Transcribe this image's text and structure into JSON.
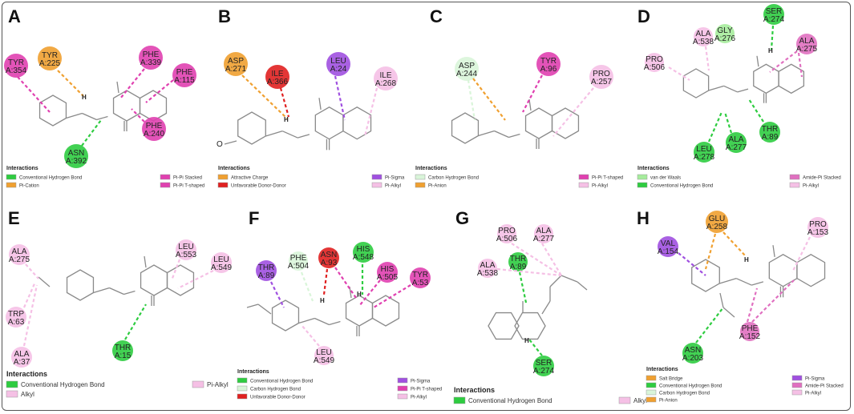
{
  "colors": {
    "conventional_hbond": "#2ecc40",
    "carbon_hbond": "#d9f5d9",
    "van_der_waals": "#a6ec9c",
    "pi_cation": "#f0a030",
    "attractive_charge": "#f0a030",
    "pi_anion": "#f0a030",
    "salt_bridge": "#f0a030",
    "unfavorable": "#e02020",
    "pi_pi_stacked": "#e040b0",
    "pi_pi_tshaped": "#e040b0",
    "pi_sigma": "#a050e0",
    "pi_alkyl": "#f5c0e5",
    "alkyl": "#f5c0e5",
    "amide_pi": "#e070c0"
  },
  "panels": [
    {
      "letter": "A",
      "residues": [
        {
          "name": "TYR",
          "num": "A:354",
          "type": "pi_pi_stacked"
        },
        {
          "name": "TYR",
          "num": "A:225",
          "type": "pi_cation"
        },
        {
          "name": "PHE",
          "num": "A:339",
          "type": "pi_pi_stacked"
        },
        {
          "name": "PHE",
          "num": "A:115",
          "type": "pi_pi_stacked"
        },
        {
          "name": "PHE",
          "num": "A:240",
          "type": "pi_pi_stacked"
        },
        {
          "name": "ASN",
          "num": "A:392",
          "type": "conventional_hbond"
        }
      ],
      "interactions_title": "Interactions",
      "legend": [
        {
          "label": "Conventional Hydrogen Bond",
          "color": "#2ecc40"
        },
        {
          "label": "Pi-Cation",
          "color": "#f0a030"
        },
        {
          "label": "Pi-Pi Stacked",
          "color": "#e040b0"
        },
        {
          "label": "Pi-Pi T-shaped",
          "color": "#e040b0"
        }
      ]
    },
    {
      "letter": "B",
      "residues": [
        {
          "name": "ASP",
          "num": "A:271",
          "type": "attractive_charge"
        },
        {
          "name": "ILE",
          "num": "A:366",
          "type": "unfavorable"
        },
        {
          "name": "LEU",
          "num": "A:24",
          "type": "pi_sigma"
        },
        {
          "name": "ILE",
          "num": "A:268",
          "type": "pi_alkyl"
        }
      ],
      "interactions_title": "Interactions",
      "legend": [
        {
          "label": "Attractive Charge",
          "color": "#f0a030"
        },
        {
          "label": "Unfavorable Donor-Donor",
          "color": "#e02020"
        },
        {
          "label": "Pi-Sigma",
          "color": "#a050e0"
        },
        {
          "label": "Pi-Alkyl",
          "color": "#f5c0e5"
        }
      ]
    },
    {
      "letter": "C",
      "residues": [
        {
          "name": "ASP",
          "num": "A:244",
          "type": "carbon_hbond"
        },
        {
          "name": "TYR",
          "num": "A:96",
          "type": "pi_pi_tshaped"
        },
        {
          "name": "PRO",
          "num": "A:257",
          "type": "pi_alkyl"
        }
      ],
      "interactions_title": "Interactions",
      "legend": [
        {
          "label": "Carbon Hydrogen Bond",
          "color": "#d9f5d9"
        },
        {
          "label": "Pi-Anion",
          "color": "#f0a030"
        },
        {
          "label": "Pi-Pi T-shaped",
          "color": "#e040b0"
        },
        {
          "label": "Pi-Alkyl",
          "color": "#f5c0e5"
        }
      ]
    },
    {
      "letter": "D",
      "residues": [
        {
          "name": "SER",
          "num": "A:274",
          "type": "conventional_hbond"
        },
        {
          "name": "ALA",
          "num": "A:538",
          "type": "pi_alkyl"
        },
        {
          "name": "GLY",
          "num": "A:276",
          "type": "van_der_waals"
        },
        {
          "name": "ALA",
          "num": "A:275",
          "type": "amide_pi"
        },
        {
          "name": "PRO",
          "num": "A:506",
          "type": "pi_alkyl"
        },
        {
          "name": "THR",
          "num": "A:89",
          "type": "conventional_hbond"
        },
        {
          "name": "ALA",
          "num": "A:277",
          "type": "conventional_hbond"
        },
        {
          "name": "LEU",
          "num": "A:278",
          "type": "conventional_hbond"
        }
      ],
      "interactions_title": "Interactions",
      "legend": [
        {
          "label": "van der Waals",
          "color": "#a6ec9c"
        },
        {
          "label": "Conventional Hydrogen Bond",
          "color": "#2ecc40"
        },
        {
          "label": "Amide-Pi Stacked",
          "color": "#e070c0"
        },
        {
          "label": "Pi-Alkyl",
          "color": "#f5c0e5"
        }
      ]
    },
    {
      "letter": "E",
      "residues": [
        {
          "name": "ALA",
          "num": "A:275",
          "type": "alkyl"
        },
        {
          "name": "LEU",
          "num": "A:553",
          "type": "pi_alkyl"
        },
        {
          "name": "LEU",
          "num": "A:549",
          "type": "pi_alkyl"
        },
        {
          "name": "TRP",
          "num": "A:63",
          "type": "alkyl"
        },
        {
          "name": "ALA",
          "num": "A:37",
          "type": "alkyl"
        },
        {
          "name": "THR",
          "num": "A:15",
          "type": "conventional_hbond"
        }
      ],
      "interactions_title": "Interactions",
      "legend": [
        {
          "label": "Conventional Hydrogen Bond",
          "color": "#2ecc40"
        },
        {
          "label": "Alkyl",
          "color": "#f5c0e5"
        },
        {
          "label": "Pi-Alkyl",
          "color": "#f5c0e5"
        }
      ]
    },
    {
      "letter": "F",
      "residues": [
        {
          "name": "THR",
          "num": "A:89",
          "type": "pi_sigma"
        },
        {
          "name": "PHE",
          "num": "A:504",
          "type": "carbon_hbond"
        },
        {
          "name": "ASN",
          "num": "A:93",
          "type": "unfavorable"
        },
        {
          "name": "HIS",
          "num": "A:548",
          "type": "conventional_hbond"
        },
        {
          "name": "HIS",
          "num": "A:505",
          "type": "pi_pi_tshaped"
        },
        {
          "name": "TYR",
          "num": "A:53",
          "type": "pi_pi_tshaped"
        },
        {
          "name": "LEU",
          "num": "A:549",
          "type": "pi_alkyl"
        }
      ],
      "interactions_title": "Interactions",
      "legend": [
        {
          "label": "Conventional Hydrogen Bond",
          "color": "#2ecc40"
        },
        {
          "label": "Carbon Hydrogen Bond",
          "color": "#d9f5d9"
        },
        {
          "label": "Unfavorable Donor-Donor",
          "color": "#e02020"
        },
        {
          "label": "Pi-Sigma",
          "color": "#a050e0"
        },
        {
          "label": "Pi-Pi T-shaped",
          "color": "#e040b0"
        },
        {
          "label": "Pi-Alkyl",
          "color": "#f5c0e5"
        }
      ]
    },
    {
      "letter": "G",
      "residues": [
        {
          "name": "PRO",
          "num": "A:506",
          "type": "alkyl"
        },
        {
          "name": "ALA",
          "num": "A:277",
          "type": "alkyl"
        },
        {
          "name": "ALA",
          "num": "A:538",
          "type": "alkyl"
        },
        {
          "name": "THR",
          "num": "A:89",
          "type": "conventional_hbond"
        },
        {
          "name": "SER",
          "num": "A:274",
          "type": "conventional_hbond"
        }
      ],
      "interactions_title": "Interactions",
      "legend": [
        {
          "label": "Conventional Hydrogen Bond",
          "color": "#2ecc40"
        },
        {
          "label": "Alkyl",
          "color": "#f5c0e5"
        }
      ]
    },
    {
      "letter": "H",
      "residues": [
        {
          "name": "GLU",
          "num": "A:258",
          "type": "salt_bridge"
        },
        {
          "name": "PRO",
          "num": "A:153",
          "type": "pi_alkyl"
        },
        {
          "name": "VAL",
          "num": "A:154",
          "type": "pi_sigma"
        },
        {
          "name": "PHE",
          "num": "A:152",
          "type": "amide_pi"
        },
        {
          "name": "ASN",
          "num": "A:203",
          "type": "conventional_hbond"
        }
      ],
      "interactions_title": "Interactions",
      "legend": [
        {
          "label": "Salt Bridge",
          "color": "#f0a030"
        },
        {
          "label": "Conventional Hydrogen Bond",
          "color": "#2ecc40"
        },
        {
          "label": "Carbon Hydrogen Bond",
          "color": "#d9f5d9"
        },
        {
          "label": "Pi-Anion",
          "color": "#f0a030"
        },
        {
          "label": "Pi-Sigma",
          "color": "#a050e0"
        },
        {
          "label": "Amide-Pi Stacked",
          "color": "#e070c0"
        },
        {
          "label": "Pi-Alkyl",
          "color": "#f5c0e5"
        }
      ]
    }
  ]
}
